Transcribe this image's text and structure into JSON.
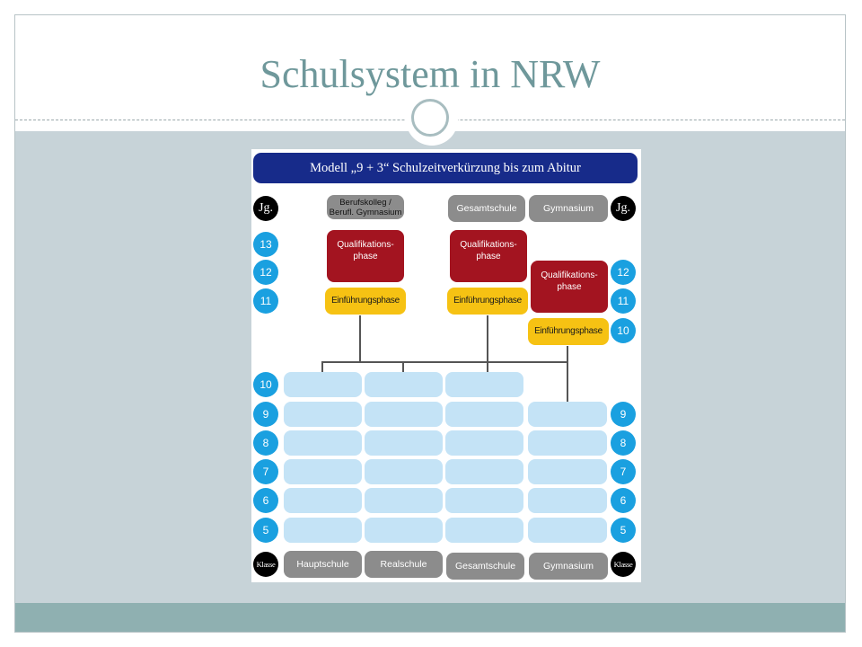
{
  "slide": {
    "title": "Schulsystem in NRW",
    "colors": {
      "title": "#6f989b",
      "content_bg": "#c7d3d8",
      "footer": "#8fb0b1"
    }
  },
  "diagram": {
    "title": "Modell „9 + 3“ Schulzeitverkürzung bis zum Abitur",
    "jg_label": "Jg.",
    "klasse_label": "Klasse",
    "top_schools": [
      "Berufskolleg / Berufl. Gymnasium",
      "Gesamtschule",
      "Gymnasium"
    ],
    "jahrgang_left": [
      "13",
      "12",
      "11"
    ],
    "jahrgang_right": [
      "12",
      "11",
      "10"
    ],
    "qualifikationsphase": "Qualifikations-phase",
    "einfuehrungsphase": "Einführungsphase",
    "klassen_left": [
      "10",
      "9",
      "8",
      "7",
      "6",
      "5"
    ],
    "klassen_right": [
      "9",
      "8",
      "7",
      "6",
      "5"
    ],
    "bottom_schools": [
      "Hauptschule",
      "Realschule",
      "Gesamtschule",
      "Gymnasium"
    ],
    "colors": {
      "title_bar": "#172b8a",
      "qualifikationsphase": "#a31420",
      "einfuehrungsphase": "#f6c213",
      "school_pill": "#8c8c8c",
      "class_cell": "#c4e3f6",
      "number_circle": "#1aa0e0"
    }
  }
}
